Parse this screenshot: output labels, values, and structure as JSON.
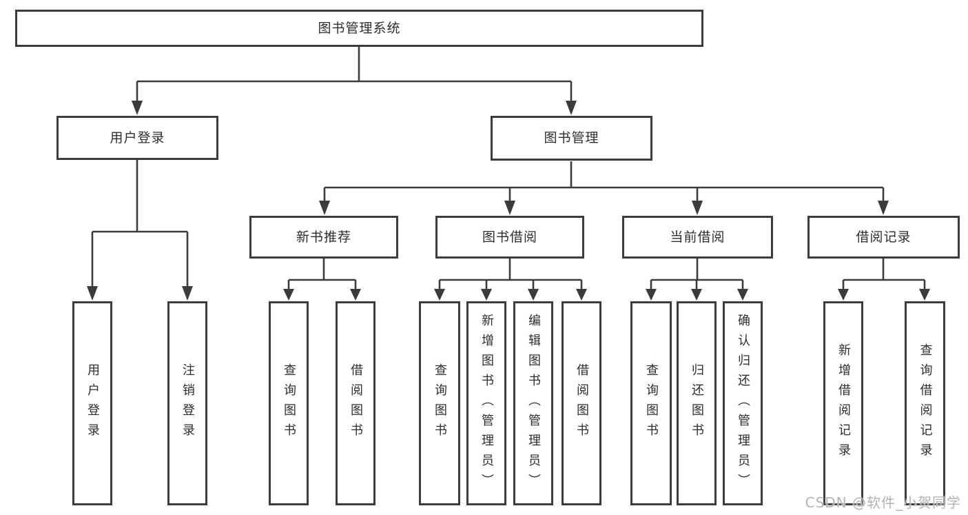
{
  "colors": {
    "line": "#3b3b3b",
    "box_border": "#3b3b3b",
    "box_background": "#ffffff",
    "text": "#2d2d2d",
    "watermark": "#b3b3b3",
    "background": "#ffffff"
  },
  "watermark": {
    "text": "CSDN @软件_小贺同学"
  },
  "tree": {
    "root": {
      "label": "图书管理系统"
    },
    "branches": [
      {
        "label": "用户登录",
        "children": [
          {
            "label": "用户登录"
          },
          {
            "label": "注销登录"
          }
        ]
      },
      {
        "label": "图书管理",
        "children": [
          {
            "label": "新书推荐",
            "children": [
              {
                "label": "查询图书"
              },
              {
                "label": "借阅图书"
              }
            ]
          },
          {
            "label": "图书借阅",
            "children": [
              {
                "label": "查询图书"
              },
              {
                "label": "新增图书（管理员）"
              },
              {
                "label": "编辑图书（管理员）"
              },
              {
                "label": "借阅图书"
              }
            ]
          },
          {
            "label": "当前借阅",
            "children": [
              {
                "label": "查询图书"
              },
              {
                "label": "归还图书"
              },
              {
                "label": "确认归还（管理员）"
              }
            ]
          },
          {
            "label": "借阅记录",
            "children": [
              {
                "label": "新增借阅记录"
              },
              {
                "label": "查询借阅记录"
              }
            ]
          }
        ]
      }
    ]
  }
}
